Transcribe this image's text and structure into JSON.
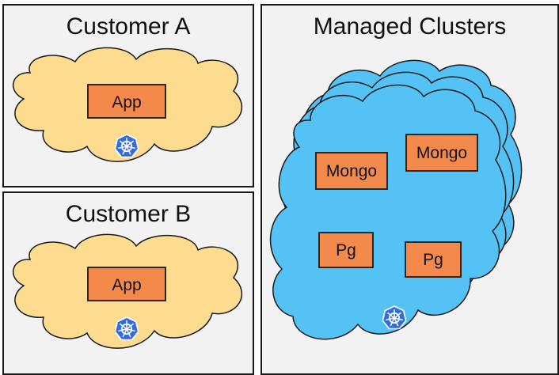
{
  "panels": {
    "customer_a": {
      "title": "Customer A",
      "app_label": "App"
    },
    "customer_b": {
      "title": "Customer B",
      "app_label": "App"
    },
    "managed": {
      "title": "Managed Clusters",
      "services": [
        "Mongo",
        "Mongo",
        "Pg",
        "Pg"
      ]
    }
  },
  "colors": {
    "panel_bg": "#f2f2f2",
    "customer_cloud": "#fddb8f",
    "managed_cloud": "#55c2f5",
    "box_fill": "#f4894c",
    "kubernetes": "#326ce5"
  },
  "icons": [
    "kubernetes-icon"
  ]
}
